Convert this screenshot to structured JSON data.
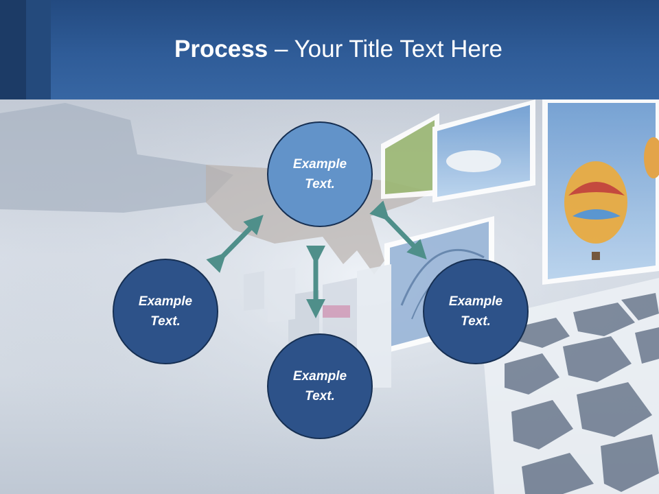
{
  "header": {
    "title_bold": "Process",
    "title_rest": " – Your Title Text Here"
  },
  "nodes": {
    "top": {
      "line1": "Example",
      "line2": "Text."
    },
    "left": {
      "line1": "Example",
      "line2": "Text."
    },
    "right": {
      "line1": "Example",
      "line2": "Text."
    },
    "bottom": {
      "line1": "Example",
      "line2": "Text."
    }
  },
  "colors": {
    "header": "#2f5c98",
    "node_dark": "#2d5289",
    "node_light": "#6293c9",
    "arrow": "#4f8f8a"
  }
}
